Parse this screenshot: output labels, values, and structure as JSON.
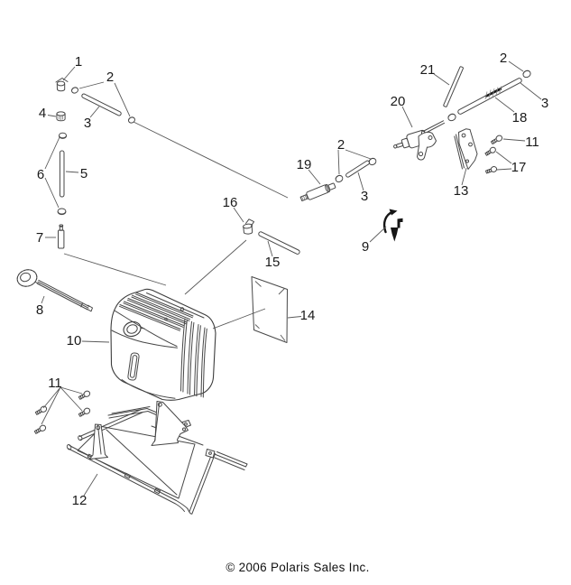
{
  "page": {
    "type": "exploded-parts-diagram",
    "subject": "fuel tank assembly with mounting frame, valve, vent lines and hardware",
    "background_color": "#ffffff",
    "line_color": "#474747",
    "label_color": "#1a1a1a",
    "accent_black": "#161616"
  },
  "footer": {
    "copyright": "© 2006 Polaris Sales Inc."
  },
  "diagram": {
    "part_numbers": [
      "1",
      "2",
      "3",
      "4",
      "5",
      "6",
      "7",
      "8",
      "9",
      "10",
      "11",
      "12",
      "13",
      "14",
      "15",
      "16",
      "17",
      "18",
      "19",
      "20",
      "21"
    ],
    "callouts": [
      "1",
      "2",
      "3",
      "4",
      "6",
      "5",
      "7",
      "8",
      "10",
      "11",
      "12",
      "16",
      "15",
      "14",
      "19",
      "2",
      "3",
      "9",
      "21",
      "20",
      "2",
      "3",
      "18",
      "11",
      "17",
      "13"
    ]
  }
}
